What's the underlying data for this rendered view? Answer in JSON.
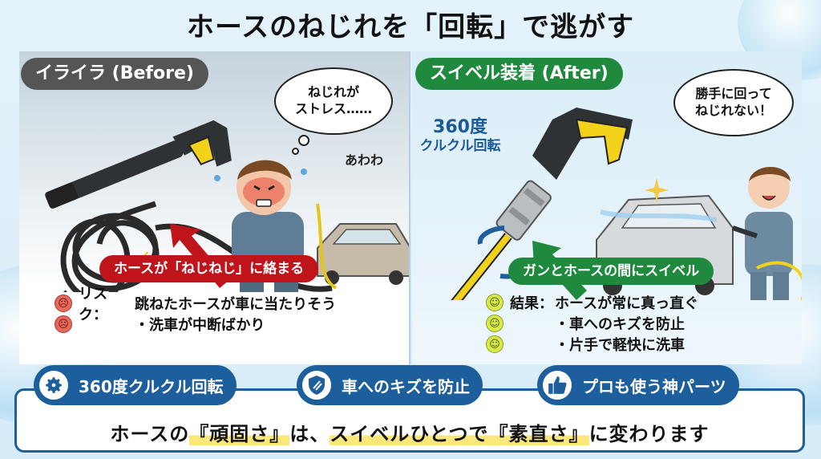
{
  "title": "ホースのねじれを「回転」で逃がす",
  "before": {
    "heading": "イライラ (Before)",
    "thought_bubble": [
      "ねじれが",
      "ストレス……"
    ],
    "sfx": "あわわ",
    "callout": "ホースが「ねじねじ」に絡まる",
    "list_label": "リスク：",
    "items": [
      "跳ねたホースが車に当たりそう",
      "・洗車が中断ばかり"
    ],
    "icon": "angry-face-icon",
    "color": "#c0141b"
  },
  "after": {
    "heading": "スイベル装着 (After)",
    "speech_bubble": [
      "勝手に回って",
      "ねじれない！"
    ],
    "rotation_label": [
      "360度",
      "クルクル回転"
    ],
    "callout": "ガンとホースの間にスイベル",
    "list_label": "結果：",
    "items": [
      "ホースが常に真っ直ぐ",
      "・車へのキズを防止",
      "・片手で軽快に洗車"
    ],
    "icon": "smiley-face-icon",
    "color": "#1f8a3e"
  },
  "features": [
    {
      "icon": "gear-icon",
      "label": "360度クルクル回転"
    },
    {
      "icon": "shield-icon",
      "label": "車へのキズを防止"
    },
    {
      "icon": "thumbs-up-icon",
      "label": "プロも使う神パーツ"
    }
  ],
  "summary": {
    "parts": [
      "ホースの",
      "『頑固さ』",
      "は、",
      "スイベルひとつで",
      "『素直さ』",
      "に変わります"
    ]
  },
  "colors": {
    "accent_blue": "#1d5f9c",
    "highlight_yellow": "#fbe77a",
    "before_gray": "#555555"
  }
}
